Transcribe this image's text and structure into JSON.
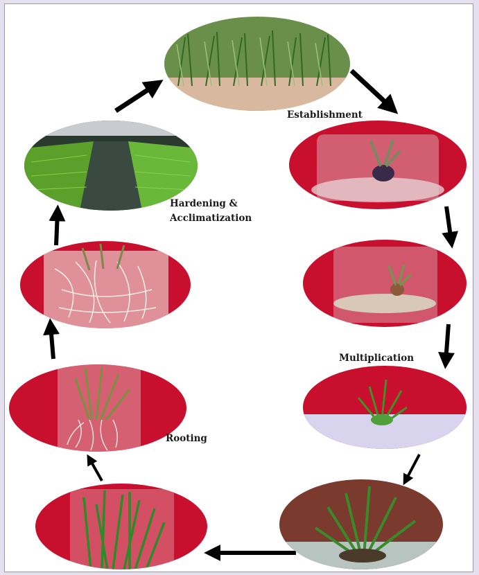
{
  "labels": {
    "establishment": "Establishment",
    "hardening_line1": "Hardening &",
    "hardening_line2": "Acclimatization",
    "multiplication": "Multiplication",
    "rooting": "Rooting"
  },
  "colors": {
    "backdrop_red": "#c8102e",
    "plant_green": "#3f8f2a",
    "root_white": "#e8e4dc",
    "soil": "#d9b8a0",
    "arrow": "#000000"
  }
}
